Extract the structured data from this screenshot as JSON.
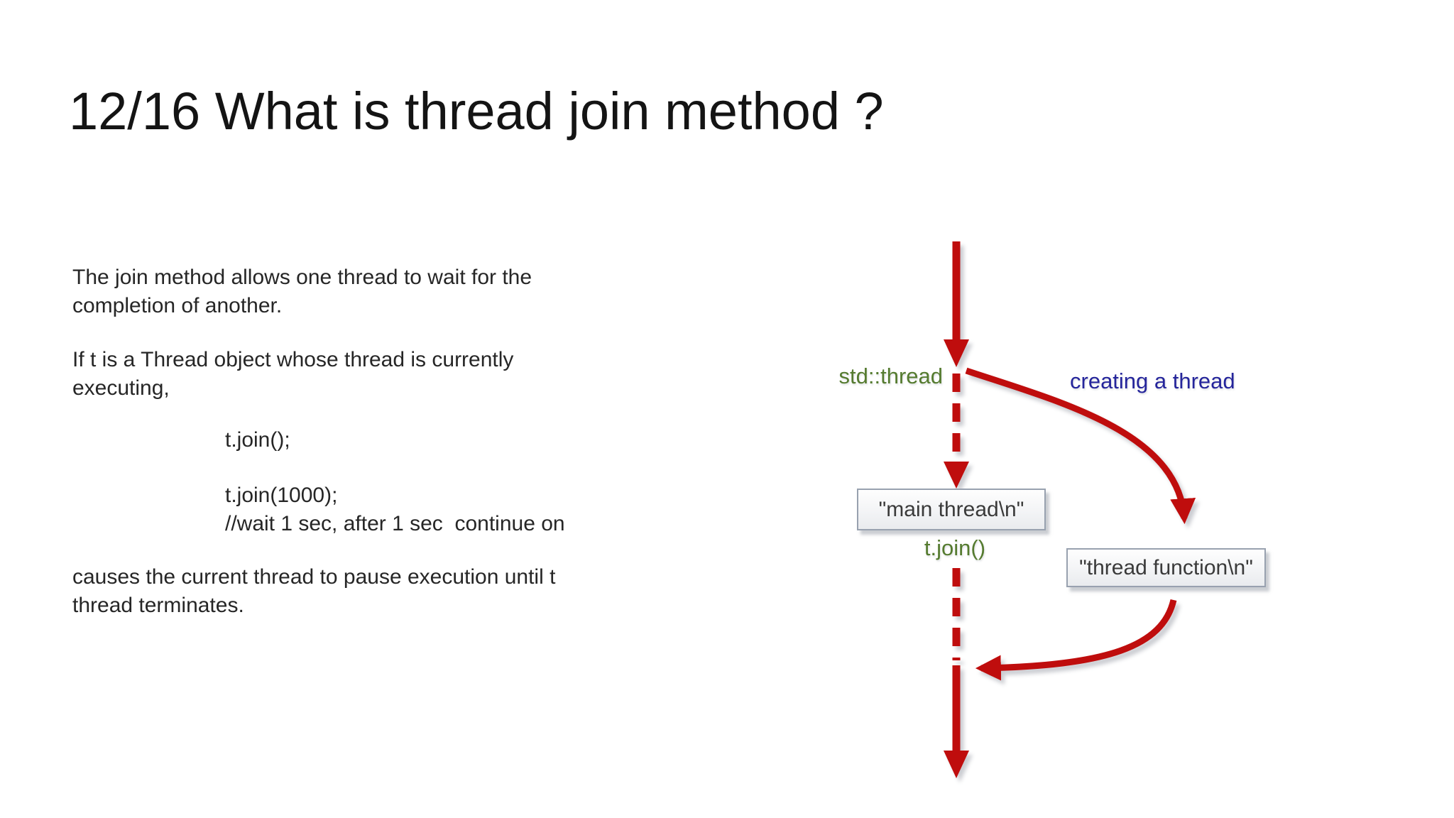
{
  "slide": {
    "title": "12/16 What is thread join method ?",
    "background": "#ffffff"
  },
  "text_panel": {
    "p1": "The join method allows one thread to wait for the\ncompletion of another.",
    "p2": "If t is a Thread object whose thread is currently\nexecuting,",
    "code1": "t.join();",
    "code2": "t.join(1000);\n//wait 1 sec, after 1 sec  continue on",
    "p3": "causes the current thread to pause execution until t\nthread terminates."
  },
  "diagram": {
    "labels": {
      "std_thread": "std::thread",
      "creating": "creating a thread",
      "main_box": "\"main thread\\n\"",
      "t_join": "t.join()",
      "func_box": "\"thread function\\n\""
    },
    "colors": {
      "arrow_red": "#bf0d0d",
      "label_green": "#557b2f",
      "label_blue": "#25259b",
      "box_border": "#98a1af",
      "box_text": "#3a3a3a"
    }
  }
}
